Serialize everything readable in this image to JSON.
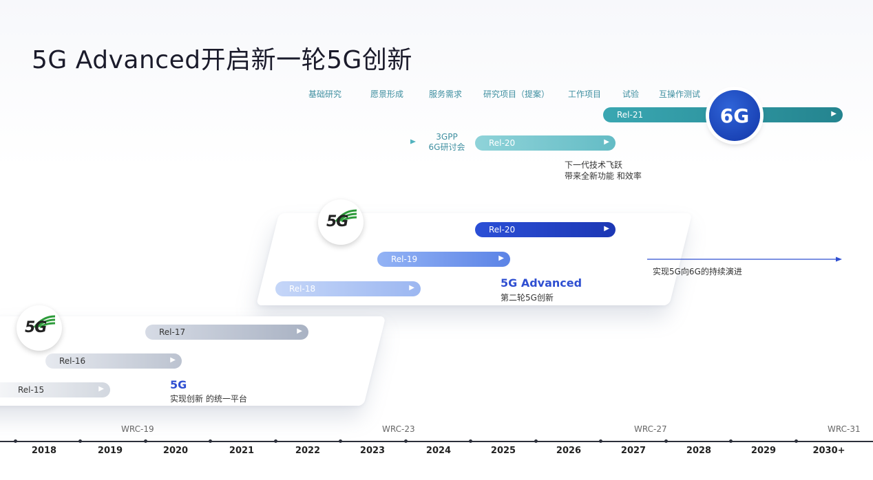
{
  "title": "5G Advanced开启新一轮5G创新",
  "phases": [
    "基础研究",
    "愿景形成",
    "服务需求",
    "研究项目（提案）",
    "工作项目",
    "试验",
    "互操作测试"
  ],
  "sixg": {
    "rel21": "Rel-21",
    "rel20": "Rel-20",
    "badge": "6G",
    "workshop_line1": "3GPP",
    "workshop_line2": "6G研讨会",
    "desc_line1": "下一代技术飞跃",
    "desc_line2": "带来全新功能 和效率"
  },
  "advanced": {
    "logo": "5G",
    "rel20": "Rel-20",
    "rel19": "Rel-19",
    "rel18": "Rel-18",
    "caption": "5G Advanced",
    "subcaption": "第二轮5G创新",
    "evolution": "实现5G向6G的持续演进"
  },
  "fiveg": {
    "logo": "5G",
    "rel17": "Rel-17",
    "rel16": "Rel-16",
    "rel15": "Rel-15",
    "caption": "5G",
    "subcaption": "实现创新 的统一平台"
  },
  "timeline": {
    "years": [
      "2018",
      "2019",
      "2020",
      "2021",
      "2022",
      "2023",
      "2024",
      "2025",
      "2026",
      "2027",
      "2028",
      "2029",
      "2030+"
    ],
    "wrc": [
      "WRC-19",
      "WRC-23",
      "WRC-27",
      "WRC-31"
    ]
  },
  "colors": {
    "sixg_teal": "#2f9aa6",
    "sixg_light": "#7fcbd2",
    "adv_blue": "#2445c8",
    "adv_mid": "#6f95ef",
    "adv_light": "#a9c2f5",
    "fiveg_grey": "#b8c0cf"
  }
}
